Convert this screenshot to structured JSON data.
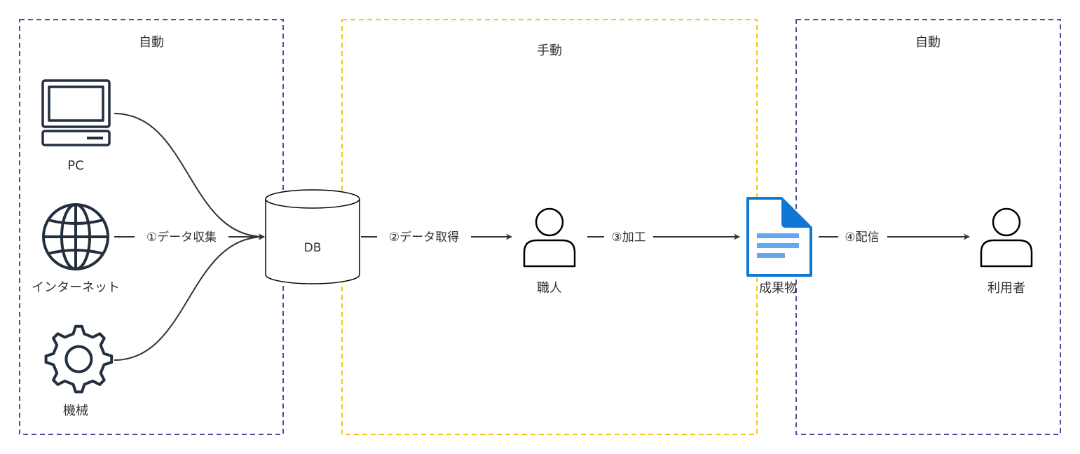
{
  "colors": {
    "zone_auto": "#4a4f9e",
    "zone_manual": "#f2c811",
    "icon_dark": "#232f3e",
    "connector": "#333333",
    "doc_blue": "#0f78d4",
    "doc_light": "#64a8ef"
  },
  "zones": [
    {
      "label": "自動",
      "style": "auto"
    },
    {
      "label": "手動",
      "style": "manual"
    },
    {
      "label": "自動",
      "style": "auto"
    }
  ],
  "nodes": {
    "pc": {
      "label": "PC",
      "icon": "desktop-computer-icon"
    },
    "internet": {
      "label": "インターネット",
      "icon": "globe-icon"
    },
    "machine": {
      "label": "機械",
      "icon": "gear-icon"
    },
    "db": {
      "label": "DB",
      "icon": "database-cylinder-icon"
    },
    "craftsman": {
      "label": "職人",
      "icon": "user-icon"
    },
    "deliverable": {
      "label": "成果物",
      "icon": "document-icon"
    },
    "end_user": {
      "label": "利用者",
      "icon": "user-icon"
    }
  },
  "edges": {
    "collect": "①データ収集",
    "fetch": "②データ取得",
    "process": "③加工",
    "deliver": "④配信"
  }
}
